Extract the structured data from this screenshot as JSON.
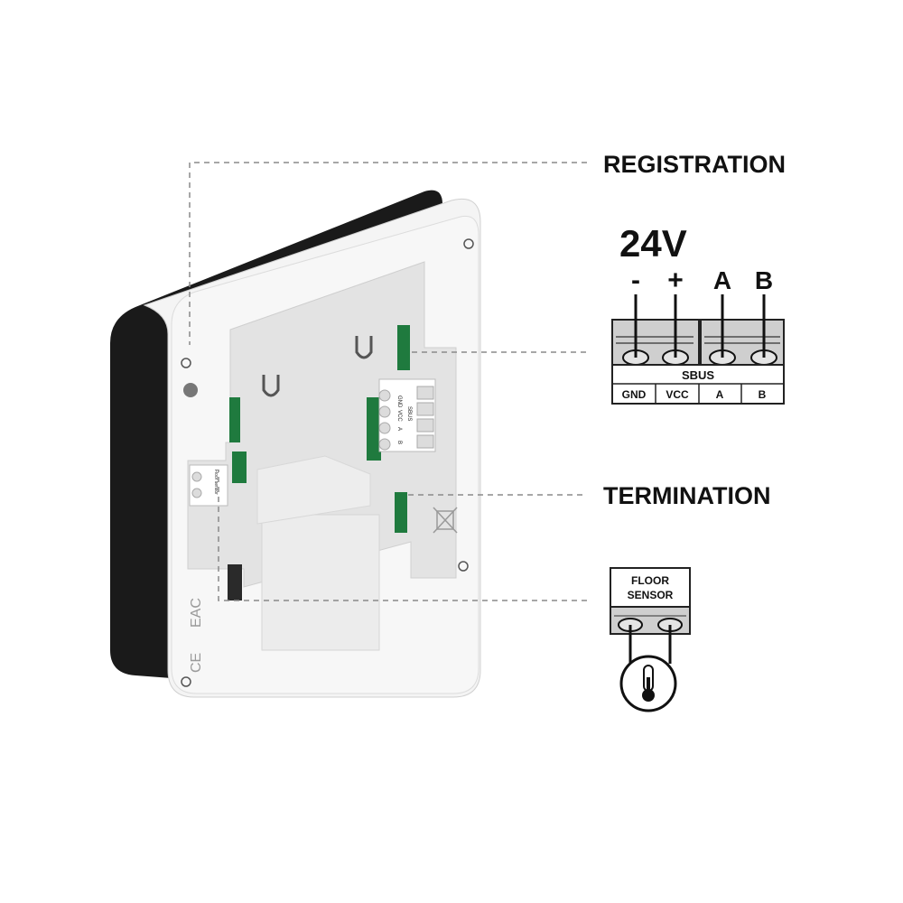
{
  "callouts": {
    "registration": "REGISTRATION",
    "termination": "TERMINATION"
  },
  "sbus_diagram": {
    "voltage": "24V",
    "top_labels": [
      "-",
      "+",
      "A",
      "B"
    ],
    "bus_name": "SBUS",
    "pin_labels": [
      "GND",
      "VCC",
      "A",
      "B"
    ]
  },
  "floor_sensor_diagram": {
    "line1": "FLOOR",
    "line2": "SENSOR",
    "icon": "thermometer-icon"
  },
  "device": {
    "terminal_bus_label": "SBUS",
    "terminal_pins": [
      "GND",
      "VCC",
      "A",
      "B"
    ],
    "floor_sensor_label": "Floor sensor",
    "marks": [
      "EAC",
      "CE"
    ]
  },
  "colors": {
    "pcb_green": "#1f7a3e",
    "device_white": "#f4f4f4",
    "recess_gray": "#e6e6e6",
    "dash": "#8a8a8a"
  }
}
